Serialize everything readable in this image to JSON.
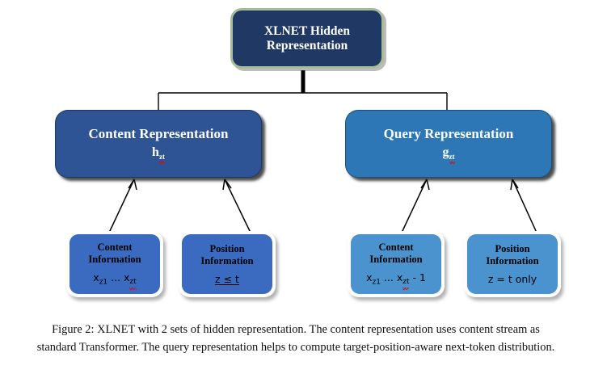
{
  "figure": {
    "top_node": {
      "line1": "XLNET Hidden",
      "line2": "Representation",
      "fill": "#1F3864",
      "border": "#A8BC9A"
    },
    "mid_nodes": [
      {
        "title": "Content Representation",
        "symbol": "h",
        "symbol_sub": "zt",
        "fill": "#2E5496"
      },
      {
        "title": "Query Representation",
        "symbol": "g",
        "symbol_sub": "zt",
        "fill": "#2E77B6"
      }
    ],
    "leaf_nodes": [
      {
        "title_line1": "Content",
        "title_line2": "Information",
        "formula_prefix": "x",
        "formula_sub1": "z1",
        "formula_mid": " ... x",
        "formula_sub2": "zt",
        "formula_suffix": "",
        "fill": "#3B6BC0"
      },
      {
        "title_line1": "Position",
        "title_line2": "Information",
        "formula_plain": "z ≤ t",
        "fill": "#3B6BC0"
      },
      {
        "title_line1": "Content",
        "title_line2": "Information",
        "formula_prefix": "x",
        "formula_sub1": "z1",
        "formula_mid": " ... x",
        "formula_sub2": "zt",
        "formula_suffix": " - 1",
        "fill": "#4A93CF"
      },
      {
        "title_line1": "Position",
        "title_line2": "Information",
        "formula_plain": "z = t only",
        "fill": "#4A93CF"
      }
    ],
    "caption": "Figure 2: XLNET with 2 sets of hidden representation.  The content representation uses content stream as standard Transformer. The query representation helps to compute target-position-aware next-token distribution."
  }
}
